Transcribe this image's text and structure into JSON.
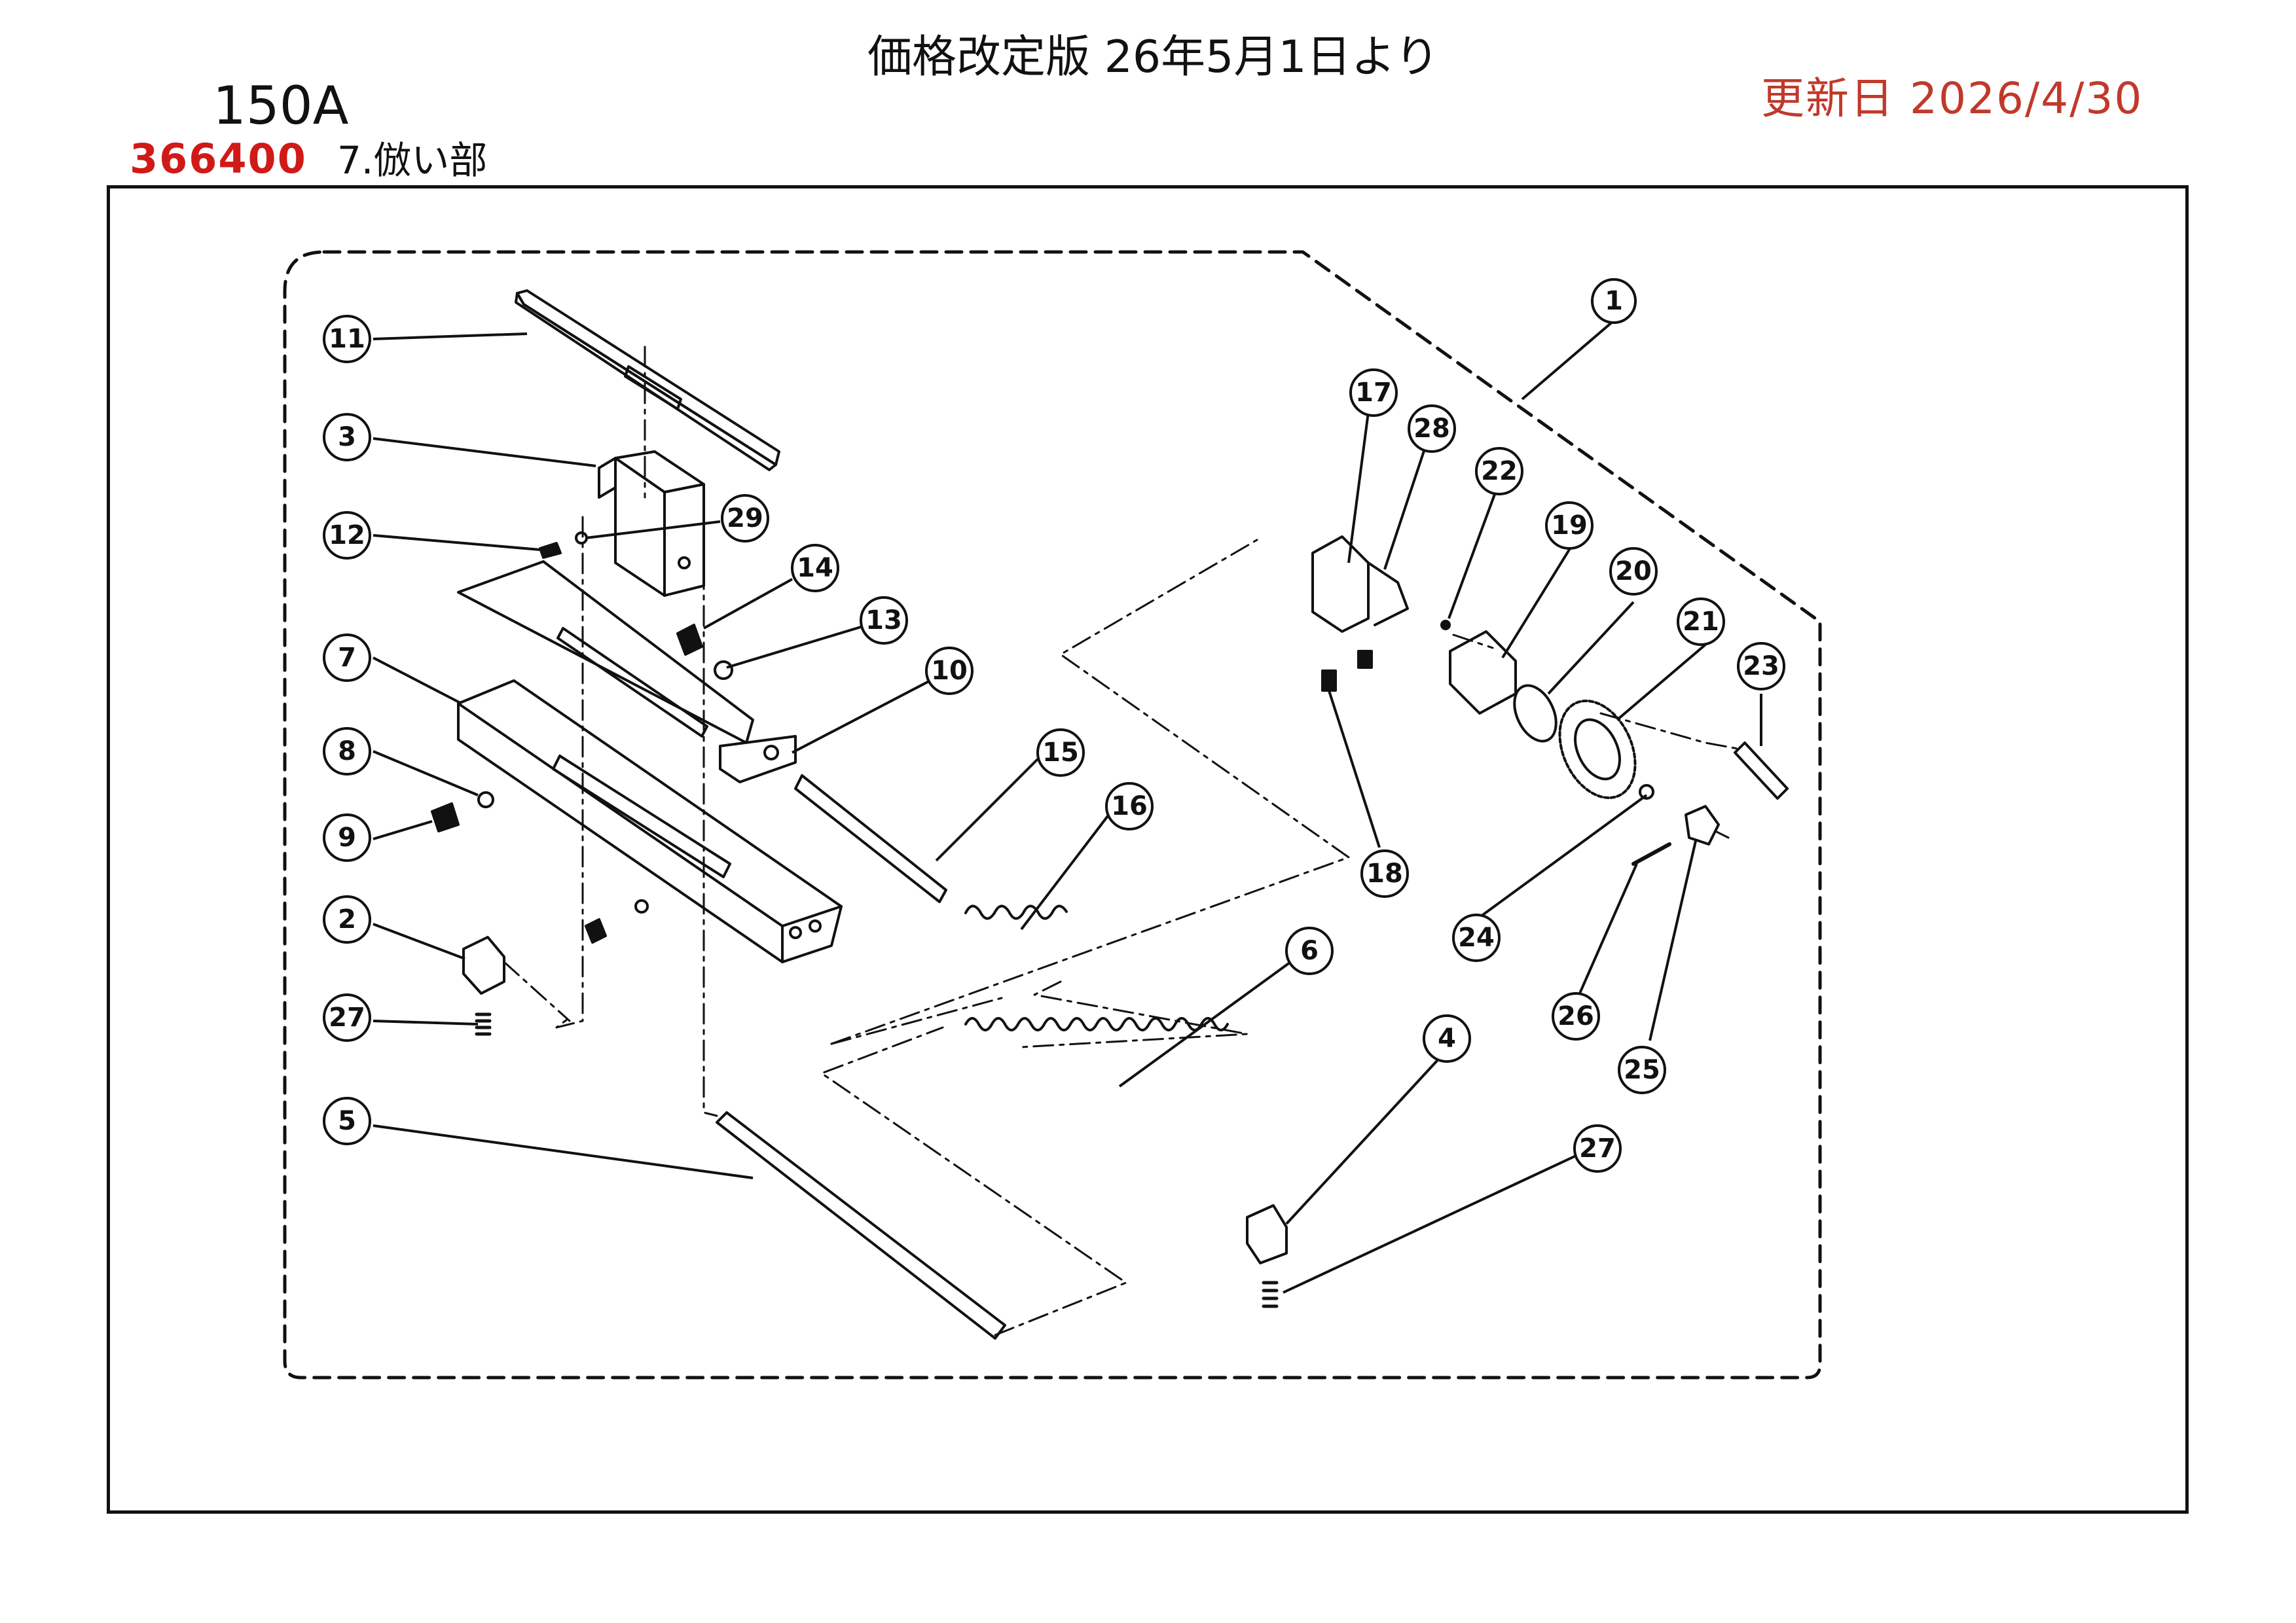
{
  "header": {
    "price_notice": "価格改定版 26年5月1日より",
    "model": "150A",
    "updated": "更新日  2026/4/30",
    "part_number": "366400",
    "section_title": "7.倣い部"
  },
  "callouts": {
    "c1": "1",
    "c2": "2",
    "c3": "3",
    "c4": "4",
    "c5": "5",
    "c6": "6",
    "c7": "7",
    "c8": "8",
    "c9": "9",
    "c10": "10",
    "c11": "11",
    "c12": "12",
    "c13": "13",
    "c14": "14",
    "c15": "15",
    "c16": "16",
    "c17": "17",
    "c18": "18",
    "c19": "19",
    "c20": "20",
    "c21": "21",
    "c22": "22",
    "c23": "23",
    "c24": "24",
    "c25": "25",
    "c26": "26",
    "c27a": "27",
    "c27b": "27",
    "c28": "28",
    "c29": "29"
  }
}
